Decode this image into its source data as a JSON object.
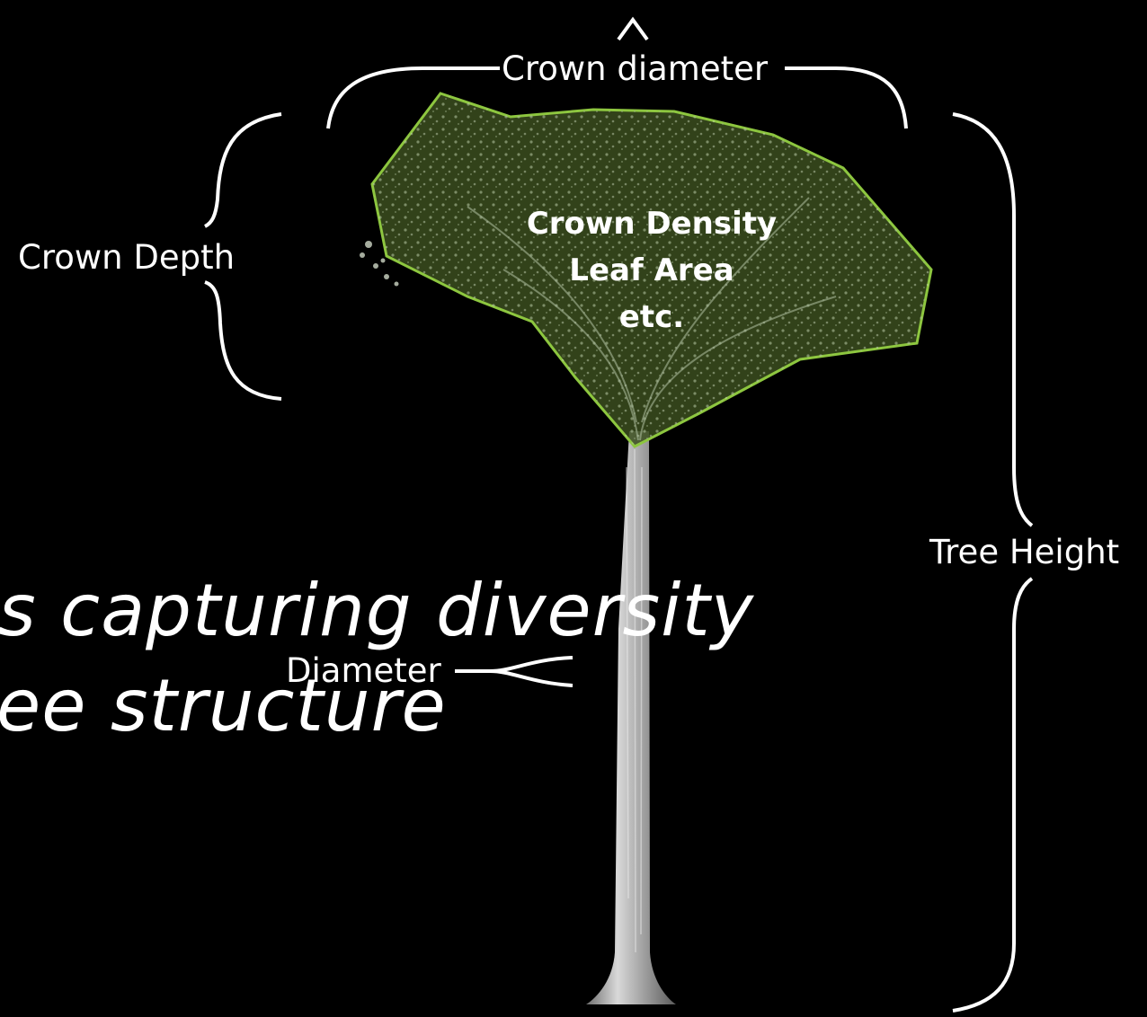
{
  "labels": {
    "crown_diameter": "Crown diameter",
    "crown_depth": "Crown Depth",
    "tree_height": "Tree Height",
    "diameter": "Diameter"
  },
  "crown_attributes": [
    "Crown Density",
    "Leaf Area",
    "etc."
  ],
  "slogan": {
    "line1": "s capturing diversity",
    "line2": "ee structure"
  },
  "colors": {
    "background": "#000000",
    "crown_fill": "#3b4d1f",
    "crown_outline": "#8dc63f",
    "foliage": "#9fb48d",
    "trunk": "#bdbdbd",
    "text": "#ffffff"
  }
}
